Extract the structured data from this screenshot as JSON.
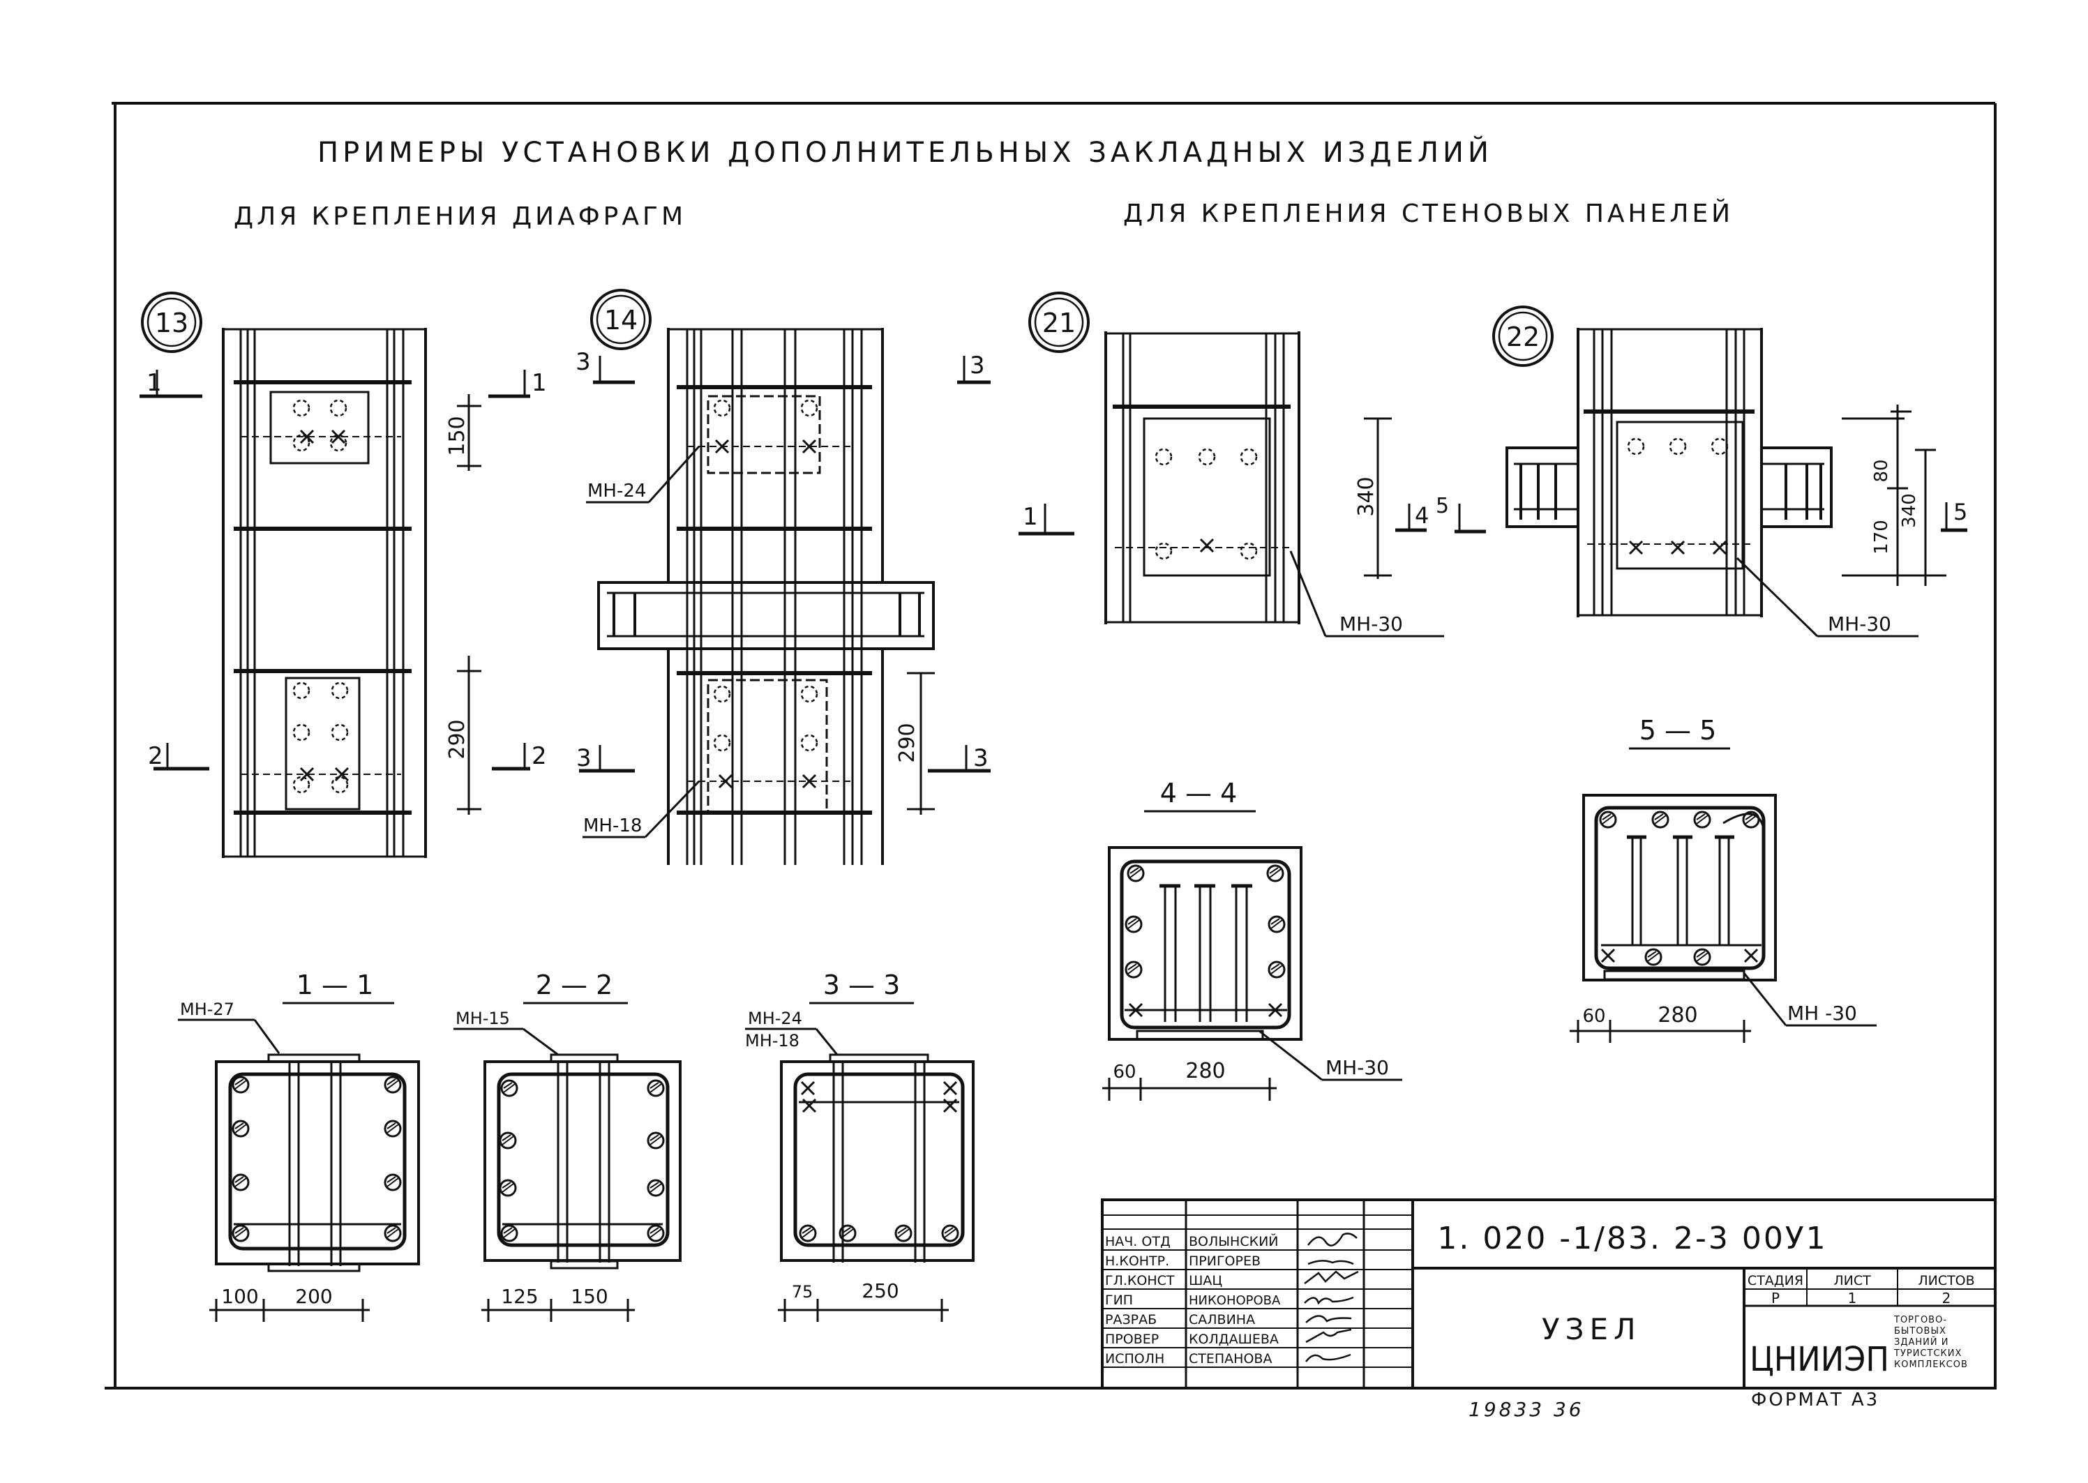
{
  "title_line1": "ПРИМЕРЫ УСТАНОВКИ ДОПОЛНИТЕЛЬНЫХ ЗАКЛАДНЫХ ИЗДЕЛИЙ",
  "subtitle_left": "ДЛЯ КРЕПЛЕНИЯ ДИАФРАГМ",
  "subtitle_right": "ДЛЯ КРЕПЛЕНИЯ СТЕНОВЫХ ПАНЕЛЕЙ",
  "nodes": {
    "n13": {
      "num": "13",
      "dim_top": "150",
      "dim_bottom": "290",
      "cut_top": "1",
      "cut_bottom": "2"
    },
    "n14": {
      "num": "14",
      "dim_bottom": "290",
      "cut": "3",
      "label_top": "МН-24",
      "label_bottom": "МН-18"
    },
    "n21": {
      "num": "21",
      "dim": "340",
      "cut_left": "1",
      "cut_right": "4",
      "label": "МН-30",
      "cut_right2": "5"
    },
    "n22": {
      "num": "22",
      "dim_total": "340",
      "dim_a": "170",
      "dim_b": "80",
      "cut": "5",
      "label": "МН-30"
    }
  },
  "sections": {
    "s11": {
      "title": "1 — 1",
      "label": "МН-27",
      "dim_a": "100",
      "dim_b": "200"
    },
    "s22": {
      "title": "2 — 2",
      "label": "МН-15",
      "dim_a": "125",
      "dim_b": "150"
    },
    "s33": {
      "title": "3 — 3",
      "label_a": "МН-24",
      "label_b": "МН-18",
      "dim_a": "75",
      "dim_b": "250"
    },
    "s44": {
      "title": "4 — 4",
      "label": "МН-30",
      "dim_a": "60",
      "dim_b": "280"
    },
    "s55": {
      "title": "5 — 5",
      "label": "МН -30",
      "dim_a": "60",
      "dim_b": "280"
    }
  },
  "stamp": {
    "roles": [
      "НАЧ. ОТД",
      "Н.КОНТР.",
      "ГЛ.КОНСТ",
      "ГИП",
      "РАЗРАБ",
      "ПРОВЕР",
      "ИСПОЛН"
    ],
    "names": [
      "ВОЛЫНСКИЙ",
      "ПРИГОРЕВ",
      "ШАЦ",
      "НИКОНОРОВА",
      "САЛВИНА",
      "КОЛДАШЕВА",
      "СТЕПАНОВА"
    ],
    "code": "1. 020 -1/83. 2-3 00У1",
    "name": "УЗЕЛ",
    "stage_h": "СТАДИЯ",
    "sheet_h": "ЛИСТ",
    "sheets_h": "ЛИСТОВ",
    "stage": "Р",
    "sheet": "1",
    "sheets": "2",
    "org": "ЦНИИЭП",
    "org_sub": "ТОРГОВО-БЫТОВЫХ ЗДАНИЙ И ТУРИСТСКИХ КОМПЛЕКСОВ"
  },
  "footer_num": "19833 36",
  "format": "ФОРМАТ А3"
}
